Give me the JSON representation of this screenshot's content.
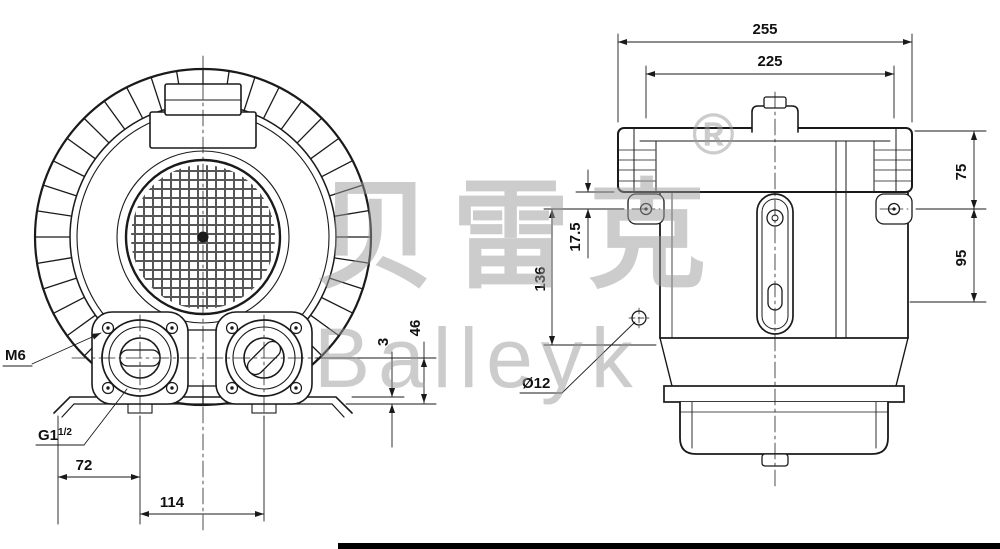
{
  "watermark": {
    "cn": "贝雷克",
    "en": "Balleyk",
    "registered": "®"
  },
  "front_view": {
    "labels": {
      "m6": "M6",
      "g_base": "G1",
      "g_sup": "1/2",
      "dim72": "72",
      "dim114": "114",
      "dim3": "3",
      "dim46": "46"
    }
  },
  "side_view": {
    "labels": {
      "dim255": "255",
      "dim225": "225",
      "dim75": "75",
      "dim95": "95",
      "dim136": "136",
      "dim17_5": "17.5",
      "dia12": "Ø12"
    }
  },
  "colors": {
    "line": "#1a1a1a",
    "watermark": "#9a9a9a",
    "footer_bar": "#000000",
    "background": "#ffffff"
  }
}
